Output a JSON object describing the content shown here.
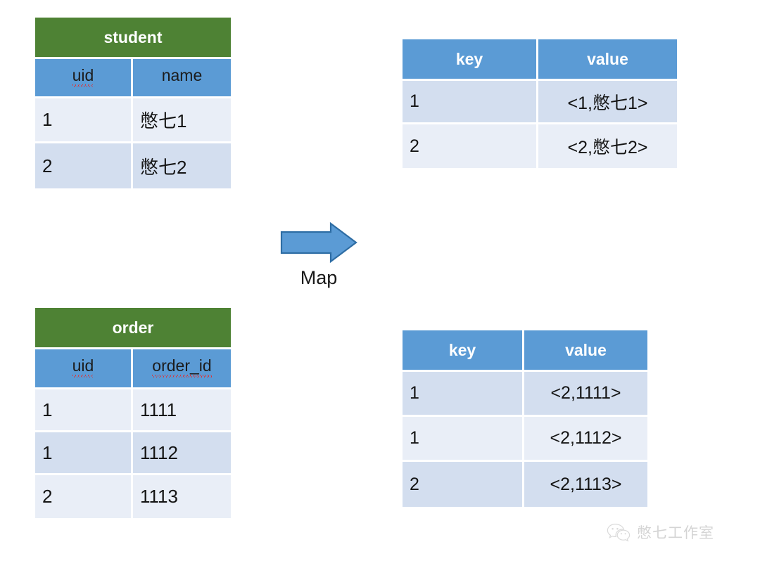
{
  "diagram": {
    "title_hint": "MapReduce map-phase join illustration",
    "colors": {
      "title_green": "#4E8234",
      "header_blue": "#5B9BD5",
      "row_light": "#E9EEF7",
      "row_dark": "#D3DEEF",
      "arrow_fill": "#5B9BD5",
      "arrow_stroke": "#2E6DA4",
      "watermark_gray": "#9a9a9a"
    }
  },
  "student_table": {
    "title": "student",
    "columns": [
      "uid",
      "name"
    ],
    "column_flags": [
      {
        "name": "uid",
        "misspelled": true
      },
      {
        "name": "name",
        "misspelled": false
      }
    ],
    "rows": [
      {
        "uid": "1",
        "name": "憋七1"
      },
      {
        "uid": "2",
        "name": "憋七2"
      }
    ]
  },
  "order_table": {
    "title": "order",
    "columns": [
      "uid",
      "order_id"
    ],
    "column_flags": [
      {
        "name": "uid",
        "misspelled": true
      },
      {
        "name": "order_id",
        "misspelled": true
      }
    ],
    "rows": [
      {
        "uid": "1",
        "order_id": "1111"
      },
      {
        "uid": "1",
        "order_id": "1112"
      },
      {
        "uid": "2",
        "order_id": "1113"
      }
    ]
  },
  "map_output_student": {
    "columns": [
      "key",
      "value"
    ],
    "rows": [
      {
        "key": "1",
        "value": "<1,憋七1>"
      },
      {
        "key": "2",
        "value": "<2,憋七2>"
      }
    ]
  },
  "map_output_order": {
    "columns": [
      "key",
      "value"
    ],
    "rows": [
      {
        "key": "1",
        "value": "<2,1111>"
      },
      {
        "key": "1",
        "value": "<2,1112>"
      },
      {
        "key": "2",
        "value": "<2,1113>"
      }
    ]
  },
  "map_arrow": {
    "label": "Map",
    "icon": "right-arrow-icon"
  },
  "watermark": {
    "icon": "wechat-icon",
    "text": "憋七工作室"
  }
}
